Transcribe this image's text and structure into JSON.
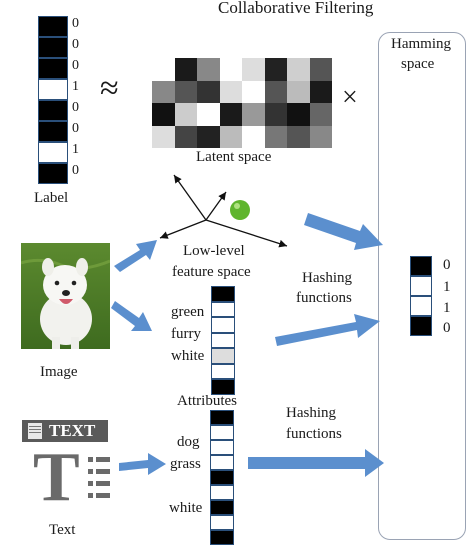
{
  "title": "Collaborative Filtering",
  "label_panel": {
    "bits": [
      "0",
      "0",
      "0",
      "1",
      "0",
      "0",
      "1",
      "0"
    ],
    "caption": "Label"
  },
  "approx_symbol": "≈",
  "times_symbol": "×",
  "latent": {
    "caption": "Latent space",
    "grid": [
      [
        "#ffffff",
        "#1a1a1a",
        "#888888",
        "#ffffff",
        "#dddddd",
        "#222222",
        "#cfcfcf",
        "#555555"
      ],
      [
        "#888888",
        "#555555",
        "#333333",
        "#dddddd",
        "#ffffff",
        "#555555",
        "#bbbbbb",
        "#1a1a1a"
      ],
      [
        "#111111",
        "#cccccc",
        "#ffffff",
        "#1a1a1a",
        "#999999",
        "#333333",
        "#111111",
        "#666666"
      ],
      [
        "#dddddd",
        "#444444",
        "#222222",
        "#bbbbbb",
        "#ffffff",
        "#777777",
        "#555555",
        "#888888"
      ]
    ]
  },
  "feature_caption_line1": "Low-level",
  "feature_caption_line2": "feature space",
  "image_caption": "Image",
  "attributes": {
    "words": [
      "green",
      "furry",
      "white"
    ],
    "caption": "Attributes",
    "cells": [
      "#000000",
      "#ffffff",
      "#ffffff",
      "#ffffff",
      "#dddddd",
      "#ffffff",
      "#000000"
    ]
  },
  "text_block": {
    "words": [
      "dog",
      "grass",
      "white"
    ],
    "cells": [
      "#000000",
      "#ffffff",
      "#ffffff",
      "#ffffff",
      "#000000",
      "#ffffff",
      "#000000",
      "#ffffff",
      "#000000"
    ],
    "icon_word": "TEXT",
    "icon_letter": "T",
    "caption": "Text"
  },
  "hashing_top": [
    "Hashing",
    "functions"
  ],
  "hashing_bottom": [
    "Hashing",
    "functions"
  ],
  "hamming": {
    "title_line1": "Hamming",
    "title_line2": "space",
    "bits": [
      "0",
      "1",
      "1",
      "0"
    ]
  },
  "colors": {
    "arrow": "#5b8fce",
    "bar_border": "#2a4f7a",
    "green_ball": "#5fb52d"
  }
}
